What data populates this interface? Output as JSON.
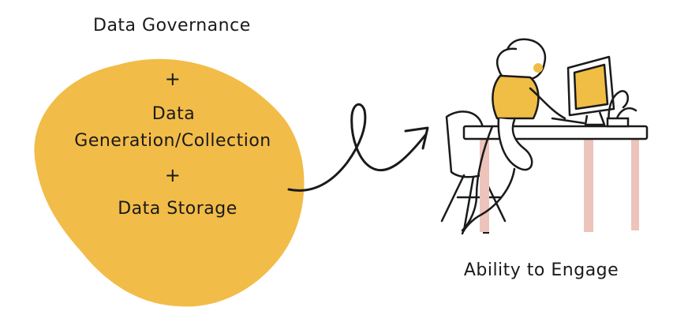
{
  "diagram": {
    "title": "Data Governance",
    "components": [
      {
        "text": "+"
      },
      {
        "text": "Data"
      },
      {
        "text": "Generation/Collection"
      },
      {
        "text": "+"
      },
      {
        "text": "Data Storage"
      }
    ],
    "outcome": "Ability to Engage"
  },
  "colors": {
    "blob": "#F2BC48",
    "accent_yellow": "#F0BE45",
    "desk_legs": "#ECC4BB",
    "ink": "#1A1A1A"
  }
}
